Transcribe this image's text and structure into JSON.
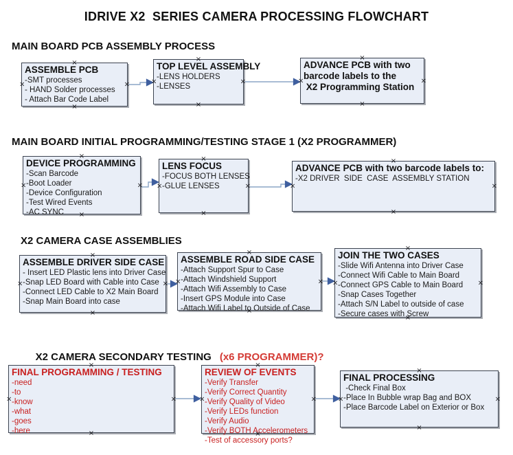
{
  "title": "IDRIVE X2  SERIES CAMERA PROCESSING FLOWCHART",
  "colors": {
    "box_fill": "#e9eef7",
    "box_border": "#3c4350",
    "arrow_line": "#8ca6c6",
    "arrow_head": "#3f5f9f",
    "red_text": "#c81f1f",
    "header_red": "#d43b35"
  },
  "icons": {
    "connection_marker": "×"
  },
  "sections": [
    {
      "header": "MAIN BOARD PCB ASSEMBLY PROCESS",
      "boxes": [
        {
          "title": "ASSEMBLE PCB",
          "items": [
            "-SMT processes",
            "- HAND Solder processes",
            "- Attach Bar Code Label"
          ]
        },
        {
          "title": "TOP LEVEL ASSEMBLY",
          "items": [
            "-LENS HOLDERS",
            "-LENSES"
          ]
        },
        {
          "title_lines": [
            "ADVANCE PCB with two",
            "barcode labels to the",
            " X2 Programming Station"
          ],
          "items": []
        }
      ]
    },
    {
      "header": "MAIN BOARD INITIAL PROGRAMMING/TESTING STAGE 1 (X2 PROGRAMMER)",
      "boxes": [
        {
          "title": "DEVICE PROGRAMMING",
          "items": [
            "-Scan Barcode",
            "-Boot Loader",
            "-Device Configuration",
            "-Test Wired Events",
            "-AC SYNC"
          ]
        },
        {
          "title": "LENS FOCUS",
          "items": [
            "-FOCUS BOTH LENSES",
            "-GLUE LENSES"
          ]
        },
        {
          "title": "ADVANCE PCB with two barcode labels to:",
          "items": [
            "-X2 DRIVER  SIDE  CASE  ASSEMBLY STATION"
          ]
        }
      ]
    },
    {
      "header": "X2 CAMERA CASE ASSEMBLIES",
      "boxes": [
        {
          "title": "ASSEMBLE DRIVER SIDE CASE",
          "items": [
            "- Insert LED Plastic lens into Driver Case",
            "-Snap LED Board with Cable into Case",
            "-Connect LED Cable to X2 Main Board",
            "-Snap Main Board into case"
          ]
        },
        {
          "title": "ASSEMBLE ROAD SIDE CASE",
          "items": [
            "-Attach Support Spur to Case",
            "-Attach Windshield Support",
            "-Attach Wifi Assembly to Case",
            "-Insert GPS Module into Case",
            "-Attach Wifi Label to Outside of Case"
          ]
        },
        {
          "title": "JOIN THE TWO CASES",
          "items": [
            "-Slide Wifi Antenna into Driver Case",
            "-Connect Wifi Cable to Main Board",
            "-Connect GPS Cable to Main Board",
            "-Snap Cases Together",
            "-Attach S/N Label to outside of case",
            "-Secure cases with Screw"
          ]
        }
      ]
    },
    {
      "header": "X2 CAMERA SECONDARY TESTING",
      "header_red": "(x6 PROGRAMMER)?",
      "boxes": [
        {
          "title": "FINAL PROGRAMMING / TESTING",
          "items": [
            "-need",
            "-to",
            "-know",
            "-what",
            "-goes",
            "-here"
          ]
        },
        {
          "title": "REVIEW OF EVENTS",
          "items": [
            "-Verify Transfer",
            "-Verify Correct Quantity",
            "-Verify Quality of Video",
            "-Verify LEDs function",
            "-Verify Audio",
            "-Verify BOTH Accelerometers",
            "-Test of accessory ports?"
          ]
        },
        {
          "title": "FINAL PROCESSING",
          "items": [
            " -Check Final Box",
            "-Place In Bubble wrap Bag and BOX",
            "-Place Barcode Label on Exterior or Box"
          ]
        }
      ]
    }
  ]
}
